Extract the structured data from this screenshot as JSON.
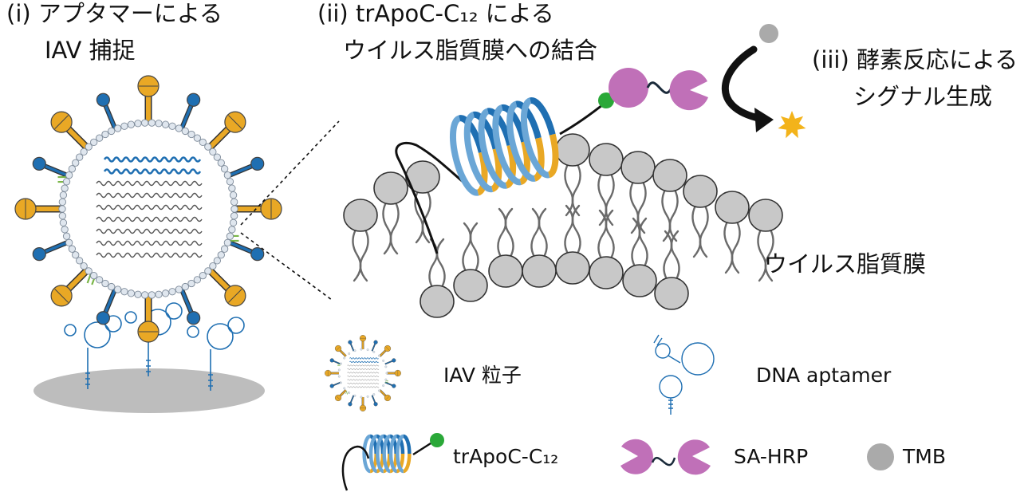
{
  "labels": {
    "step1_line1": "(i) アプタマーによる",
    "step1_line2": "IAV 捕捉",
    "step2_line1": "(ii) trApoC-C₁₂ による",
    "step2_line2": "ウイルス脂質膜への結合",
    "step3_line1": "(iii) 酵素反応による",
    "step3_line2": "シグナル生成",
    "membrane": "ウイルス脂質膜"
  },
  "legend": {
    "iav": "IAV 粒子",
    "aptamer": "DNA aptamer",
    "trapoc": "trApoC-C₁₂",
    "sahrp": "SA-HRP",
    "tmb": "TMB"
  },
  "colors": {
    "blue": "#1f6fb2",
    "orange": "#e9a825",
    "green_dot": "#2aa838",
    "magenta": "#c070b8",
    "gray_head": "#c8c8c8",
    "gray_tail": "#6a6a6a",
    "surface": "#bdbdbd",
    "star": "#f3b31a"
  }
}
